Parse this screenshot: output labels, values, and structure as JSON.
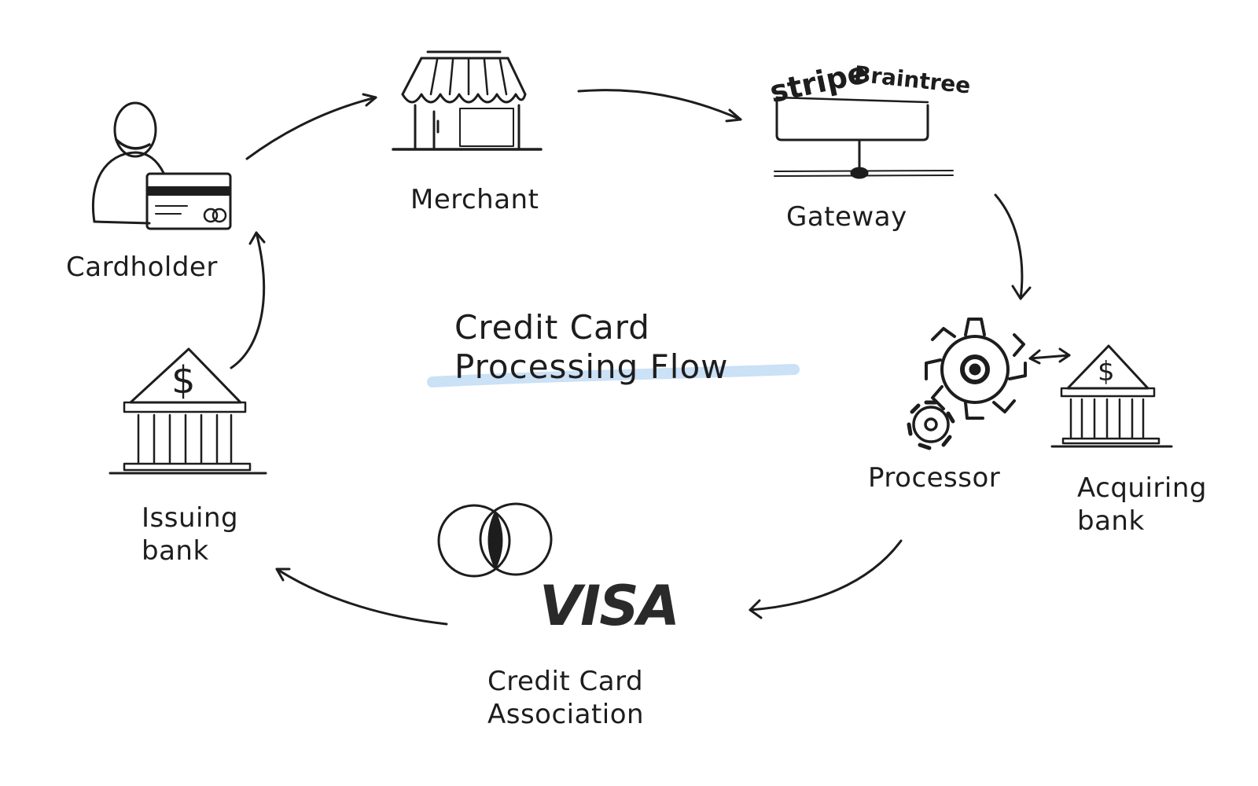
{
  "title": {
    "line1": "Credit Card",
    "line2": "Processing Flow"
  },
  "nodes": {
    "cardholder": {
      "label": "Cardholder",
      "icon": "cardholder-icon"
    },
    "merchant": {
      "label": "Merchant",
      "icon": "storefront-icon"
    },
    "gateway": {
      "label": "Gateway",
      "icon": "gateway-sign-icon",
      "logos": [
        "Stripe",
        "Braintree"
      ]
    },
    "processor": {
      "label": "Processor",
      "icon": "gears-icon"
    },
    "acquiring_bank": {
      "label_line1": "Acquiring",
      "label_line2": "bank",
      "icon": "bank-icon"
    },
    "association": {
      "label_line1": "Credit Card",
      "label_line2": "Association",
      "icon": "card-network-icon",
      "logo_text": "VISA"
    },
    "issuing_bank": {
      "label_line1": "Issuing",
      "label_line2": "bank",
      "icon": "bank-icon"
    }
  },
  "flow": [
    "Cardholder",
    "Merchant",
    "Gateway",
    "Processor",
    "Credit Card Association",
    "Issuing bank",
    "Cardholder"
  ],
  "colors": {
    "ink": "#1d1d1d",
    "highlight": "#9fc8ee"
  }
}
